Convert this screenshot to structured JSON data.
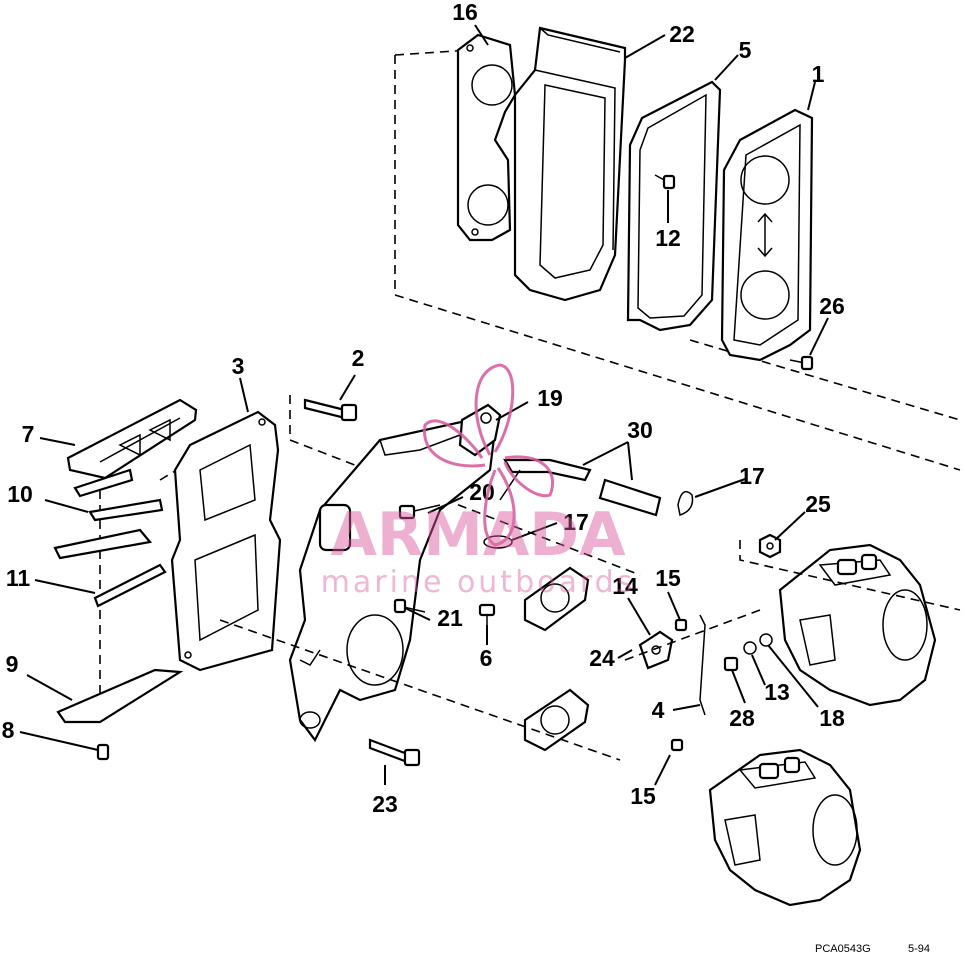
{
  "diagram": {
    "callouts": [
      {
        "id": "c16",
        "text": "16"
      },
      {
        "id": "c22",
        "text": "22"
      },
      {
        "id": "c5",
        "text": "5"
      },
      {
        "id": "c1",
        "text": "1"
      },
      {
        "id": "c12",
        "text": "12"
      },
      {
        "id": "c26",
        "text": "26"
      },
      {
        "id": "c2",
        "text": "2"
      },
      {
        "id": "c3",
        "text": "3"
      },
      {
        "id": "c19",
        "text": "19"
      },
      {
        "id": "c30",
        "text": "30"
      },
      {
        "id": "c7",
        "text": "7"
      },
      {
        "id": "c20",
        "text": "20"
      },
      {
        "id": "c17a",
        "text": "17"
      },
      {
        "id": "c17b",
        "text": "17"
      },
      {
        "id": "c25",
        "text": "25"
      },
      {
        "id": "c10",
        "text": "10"
      },
      {
        "id": "c11",
        "text": "11"
      },
      {
        "id": "c15a",
        "text": "15"
      },
      {
        "id": "c14",
        "text": "14"
      },
      {
        "id": "c21",
        "text": "21"
      },
      {
        "id": "c6",
        "text": "6"
      },
      {
        "id": "c24",
        "text": "24"
      },
      {
        "id": "c9",
        "text": "9"
      },
      {
        "id": "c13",
        "text": "13"
      },
      {
        "id": "c28",
        "text": "28"
      },
      {
        "id": "c18",
        "text": "18"
      },
      {
        "id": "c4",
        "text": "4"
      },
      {
        "id": "c8",
        "text": "8"
      },
      {
        "id": "c23",
        "text": "23"
      },
      {
        "id": "c15b",
        "text": "15"
      }
    ],
    "figure_code": "PCA0543G",
    "figure_date": "5-94"
  },
  "watermark": {
    "brand": "ARMADA",
    "tagline": "marine outboards",
    "color": "#d8569a"
  }
}
